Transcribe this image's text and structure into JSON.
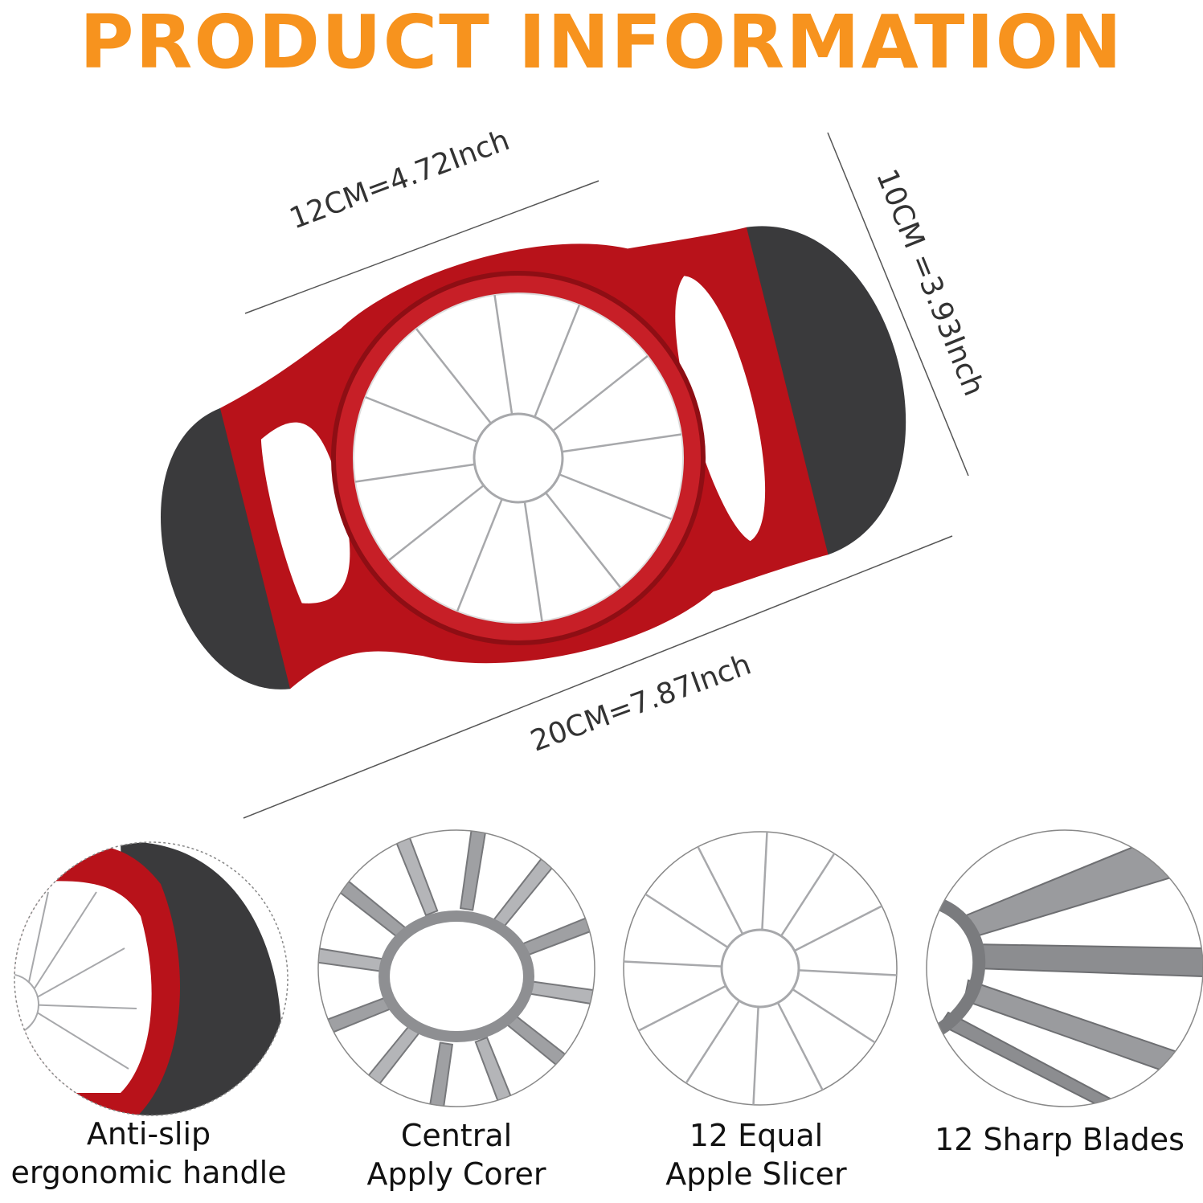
{
  "header": {
    "title": "PRODUCT INFORMATION"
  },
  "dimensions": {
    "top_width": "12CM=4.72Inch",
    "side_height": "10CM =3.93Inch",
    "bottom_length": "20CM=7.87Inch"
  },
  "features": [
    {
      "line1": "Anti-slip",
      "line2": "ergonomic handle"
    },
    {
      "line1": "Central",
      "line2": "Apply Corer"
    },
    {
      "line1": "12 Equal",
      "line2": "Apple Slicer"
    },
    {
      "line1": "12 Sharp Blades",
      "line2": ""
    }
  ],
  "colors": {
    "title": "#F7931E",
    "frame_red": "#B8121A",
    "handle_dark": "#3A3A3C",
    "steel": "#A7A8AB"
  },
  "blade_count": 12
}
